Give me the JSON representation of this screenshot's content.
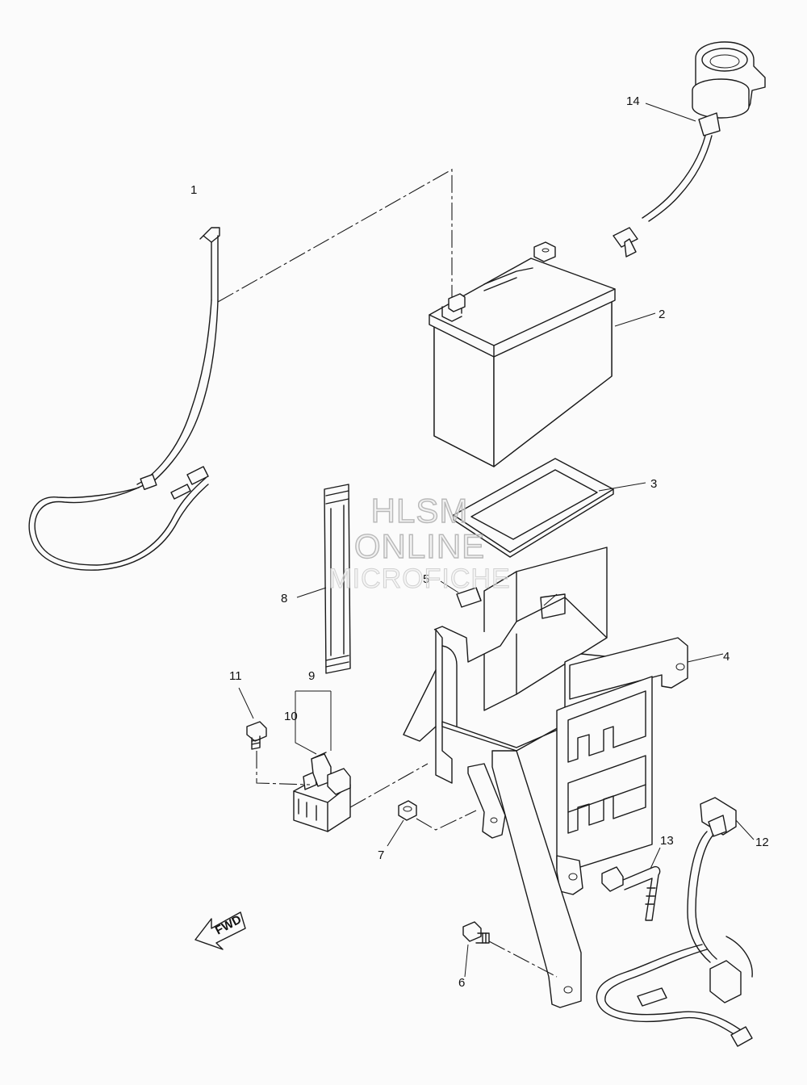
{
  "callouts": [
    "1",
    "2",
    "3",
    "4",
    "5",
    "6",
    "7",
    "8",
    "9",
    "10",
    "11",
    "12",
    "13",
    "14"
  ],
  "watermark": {
    "line1": "HLSM",
    "line2": "ONLINE",
    "line3": "MICROFICHE"
  },
  "fwd_label": "FWD"
}
